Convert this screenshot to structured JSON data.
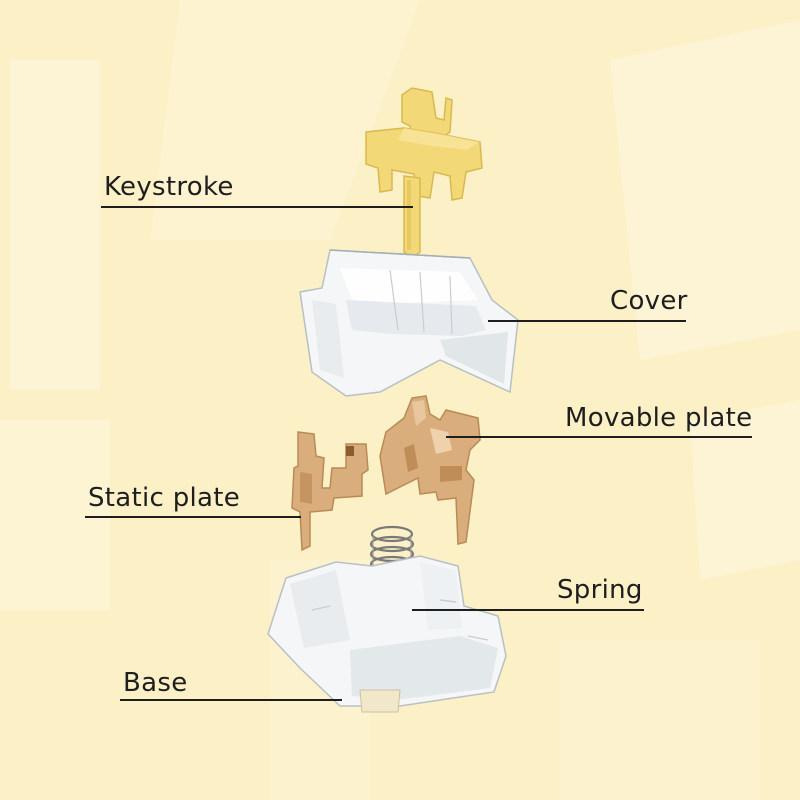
{
  "colors": {
    "background": "#fbf0c6",
    "light_patch": "#fff8e4",
    "stem_yellow": "#f2d877",
    "stem_shadow": "#d9b94f",
    "plate_copper": "#d9ae7c",
    "plate_shadow": "#b98a56",
    "housing_clear": "#f4f6f7",
    "housing_edge": "#b9c0c4",
    "spring_metal": "#7a7a7a",
    "text": "#1e1e1e"
  },
  "labels": {
    "keystroke": "Keystroke",
    "cover": "Cover",
    "movable_plate": "Movable plate",
    "static_plate": "Static plate",
    "spring": "Spring",
    "base": "Base"
  }
}
